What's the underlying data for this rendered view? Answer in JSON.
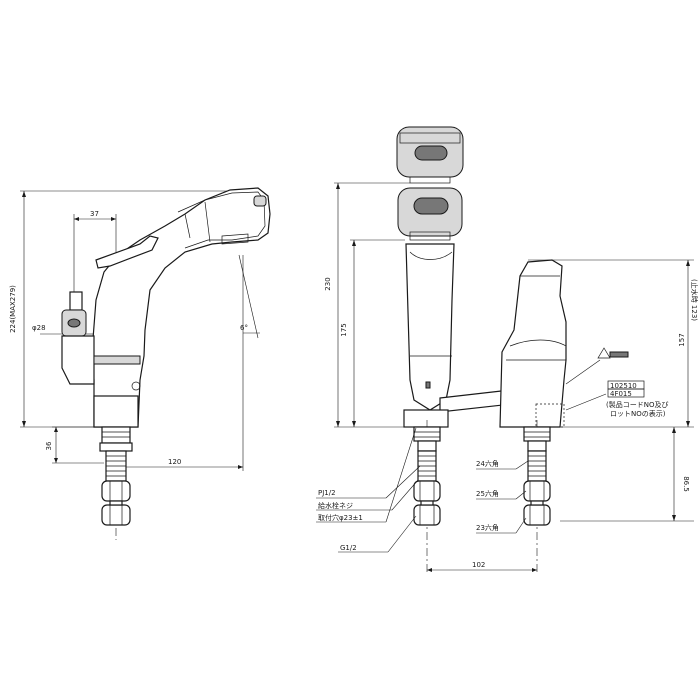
{
  "labels": {
    "dim_224": "224(MAX279)",
    "dim_37": "37",
    "dim_phi28": "φ28",
    "dim_6deg": "6°",
    "dim_36": "36",
    "dim_120": "120",
    "dim_230": "230",
    "dim_175": "175",
    "dim_157": "157",
    "dim_123": "(止水時 123)",
    "dim_86_5": "86.5",
    "dim_102": "102",
    "code_1": "102510",
    "code_2": "4F015",
    "note_product_code_1": "(製品コードNO及び",
    "note_product_code_2": "ロットNOの表示)",
    "hex_24": "24六角",
    "hex_25": "25六角",
    "hex_23": "23六角",
    "thread_pj": "PJ1/2",
    "supply_thread": "給水栓ネジ",
    "mount_hole": "取付穴φ23±1",
    "thread_g": "G1/2"
  }
}
